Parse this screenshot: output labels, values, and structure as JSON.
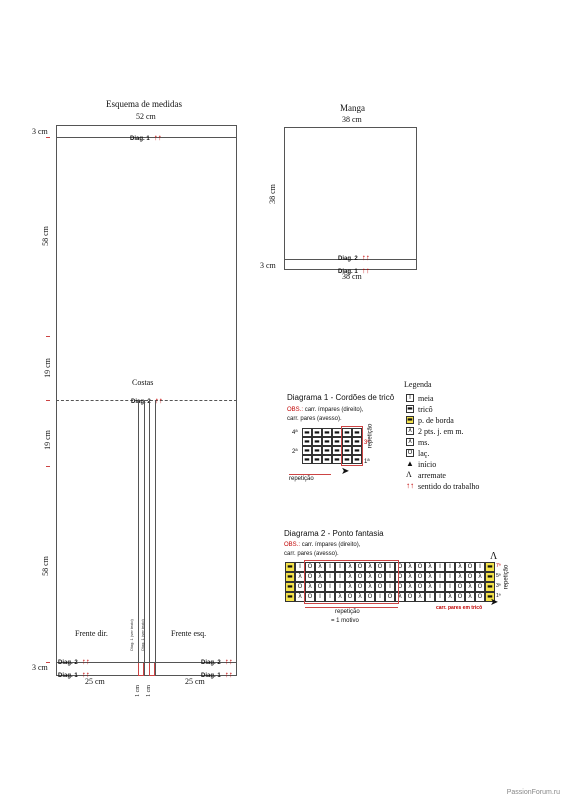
{
  "schema": {
    "title": "Esquema de medidas",
    "width_top": "52 cm",
    "rib_height": "3 cm",
    "upper_height": "58 cm",
    "mid_upper": "19 cm",
    "mid_lower": "19 cm",
    "lower_height": "58 cm",
    "rib_height_bottom": "3 cm",
    "back_label": "Costas",
    "front_right_label": "Frente dir.",
    "front_left_label": "Frente esq.",
    "diag1_label": "Diag. 1",
    "diag2_label": "Diag. 2",
    "arrows": "↑↑",
    "width_bottom_left": "25 cm",
    "width_bottom_right": "25 cm",
    "band_width": "1 cm",
    "band_text": "Diag. 1 (ver texto)"
  },
  "sleeve": {
    "title": "Manga",
    "width_top": "38 cm",
    "height": "38 cm",
    "rib": "3 cm",
    "width_bottom": "38 cm",
    "diag1_label": "Diag. 1",
    "diag2_label": "Diag. 2",
    "arrows": "↑↑"
  },
  "diagram1": {
    "title": "Diagrama 1 - Cordões de tricô",
    "obs_label": "OBS.:",
    "obs_line1": "carr. ímpares (direito),",
    "obs_line2": "carr. pares (avesso).",
    "row_labels": [
      "4ª",
      "3ª",
      "2ª",
      "1ª"
    ],
    "repeat_h": "repetição",
    "repeat_v": "repetição",
    "rows": [
      [
        "-",
        "-",
        "-",
        "-",
        "-",
        "-"
      ],
      [
        "-",
        "-",
        "-",
        "-",
        "-",
        "-"
      ],
      [
        "-",
        "-",
        "-",
        "-",
        "-",
        "-"
      ],
      [
        "-",
        "-",
        "-",
        "-",
        "-",
        "-"
      ]
    ]
  },
  "diagram2": {
    "title": "Diagrama 2 - Ponto fantasia",
    "obs_label": "OBS.:",
    "obs_line1": "carr. ímpares (direito),",
    "obs_line2": "carr. pares (avesso).",
    "row_labels": [
      "7ª",
      "5ª",
      "3ª",
      "1ª"
    ],
    "repeat_v": "repetição",
    "repeat_h": "repetição",
    "motif": "= 1 motivo",
    "even_rows": "carr. pares em tricô",
    "rows": [
      [
        "-",
        "I",
        "O",
        "λ",
        "I",
        "I",
        "λ",
        "O",
        "λ",
        "O",
        "I",
        "O",
        "λ",
        "O",
        "λ",
        "I",
        "I",
        "λ",
        "O",
        "I",
        "-"
      ],
      [
        "-",
        "λ",
        "O",
        "λ",
        "I",
        "I",
        "λ",
        "O",
        "λ",
        "O",
        "I",
        "O",
        "λ",
        "O",
        "λ",
        "I",
        "I",
        "λ",
        "O",
        "λ",
        "-"
      ],
      [
        "-",
        "O",
        "λ",
        "O",
        "I",
        "I",
        "λ",
        "O",
        "λ",
        "O",
        "I",
        "O",
        "λ",
        "O",
        "λ",
        "I",
        "I",
        "O",
        "λ",
        "O",
        "-"
      ],
      [
        "-",
        "λ",
        "O",
        "I",
        "I",
        "λ",
        "O",
        "λ",
        "O",
        "I",
        "O",
        "λ",
        "O",
        "λ",
        "I",
        "I",
        "λ",
        "O",
        "λ",
        "O",
        "-"
      ]
    ]
  },
  "legend": {
    "title": "Legenda",
    "items": [
      {
        "sym": "I",
        "text": "meia"
      },
      {
        "sym": "-",
        "text": "tricô"
      },
      {
        "sym": "-",
        "text": "p. de borda"
      },
      {
        "sym": "λ",
        "text": "2 pts. j. em m."
      },
      {
        "sym": "λ",
        "text": "ms."
      },
      {
        "sym": "O",
        "text": "laç."
      },
      {
        "sym": "▲",
        "text": "início"
      },
      {
        "sym": "Λ",
        "text": "arremate"
      },
      {
        "sym": "↑↑",
        "text": "sentido do trabalho"
      }
    ]
  },
  "footer": "PassionForum.ru"
}
